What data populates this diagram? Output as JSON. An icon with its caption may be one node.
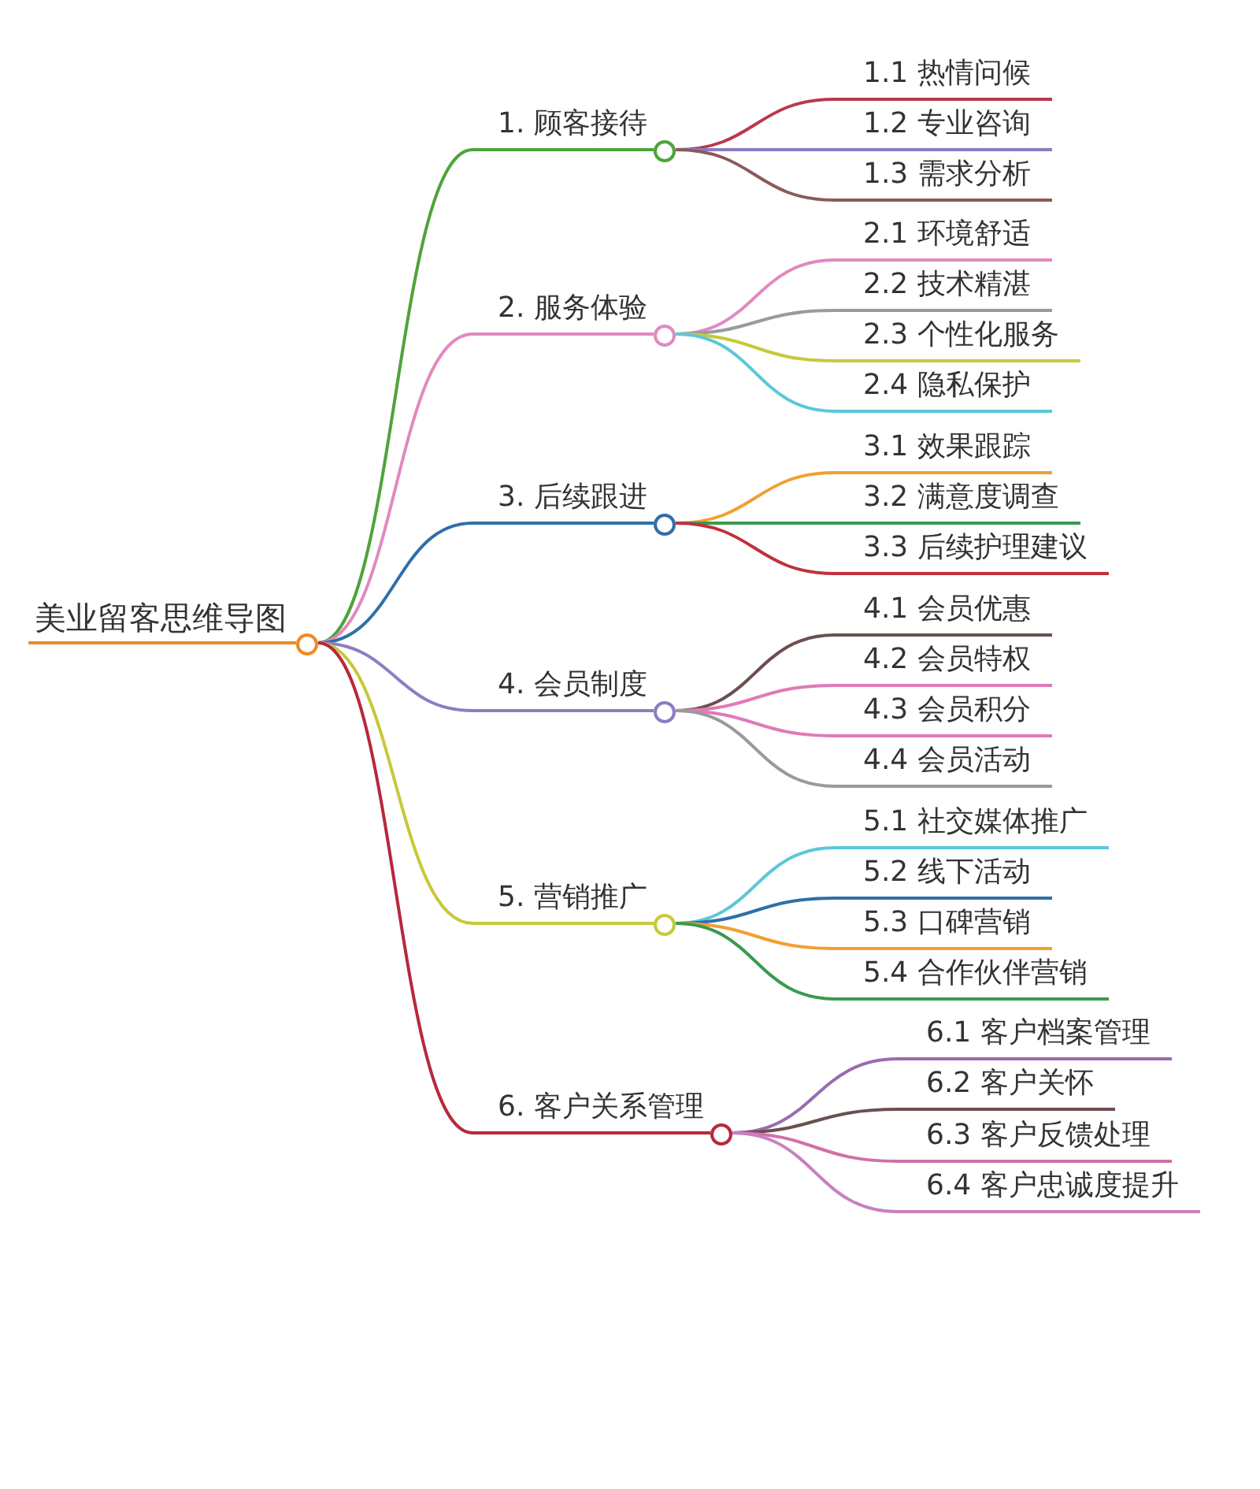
{
  "diagram": {
    "nodes": [
      {
        "text": [
          "美业留客思维导图"
        ]
      },
      {
        "text": [
          "1. 顾客接待"
        ]
      },
      {
        "text": [
          "1.1 热情问候"
        ]
      },
      {
        "text": [
          "1.2 专业咨询"
        ]
      },
      {
        "text": [
          "1.3 需求分析"
        ]
      },
      {
        "text": [
          "2. 服务体验"
        ]
      },
      {
        "text": [
          "2.1 环境舒适"
        ]
      },
      {
        "text": [
          "2.2 技术精湛"
        ]
      },
      {
        "text": [
          "2.3 个性化服务"
        ]
      },
      {
        "text": [
          "2.4 隐私保护"
        ]
      },
      {
        "text": [
          "3. 后续跟进"
        ]
      },
      {
        "text": [
          "3.1 效果跟踪"
        ]
      },
      {
        "text": [
          "3.2 满意度调查"
        ]
      },
      {
        "text": [
          "3.3 后续护理建议"
        ]
      },
      {
        "text": [
          "4. 会员制度"
        ]
      },
      {
        "text": [
          "4.1 会员优惠"
        ]
      },
      {
        "text": [
          "4.2 会员特权"
        ]
      },
      {
        "text": [
          "4.3 会员积分"
        ]
      },
      {
        "text": [
          "4.4 会员活动"
        ]
      },
      {
        "text": [
          "5. 营销推广"
        ]
      },
      {
        "text": [
          "5.1 社交媒体推广"
        ]
      },
      {
        "text": [
          "5.2 线下活动"
        ]
      },
      {
        "text": [
          "5.3 口碑营销"
        ]
      },
      {
        "text": [
          "5.4 合作伙伴营销"
        ]
      },
      {
        "text": [
          "6. 客户关系管理"
        ]
      },
      {
        "text": [
          "6.1 客户档案管理"
        ]
      },
      {
        "text": [
          "6.2 客户关怀"
        ]
      },
      {
        "text": [
          "6.3 客户反馈处理"
        ]
      },
      {
        "text": [
          "6.4 客户忠诚度提升"
        ]
      }
    ],
    "edges": [
      {
        "from": 0,
        "to": 1,
        "arrow": "none",
        "color": "#4fa33a"
      },
      {
        "from": 1,
        "to": 2,
        "arrow": "none",
        "color": "#b8394a"
      },
      {
        "from": 1,
        "to": 3,
        "arrow": "none",
        "color": "#8c7cc0"
      },
      {
        "from": 1,
        "to": 4,
        "arrow": "none",
        "color": "#8a5a5a"
      },
      {
        "from": 0,
        "to": 5,
        "arrow": "none",
        "color": "#e08ac0"
      },
      {
        "from": 5,
        "to": 6,
        "arrow": "none",
        "color": "#e08ac0"
      },
      {
        "from": 5,
        "to": 7,
        "arrow": "none",
        "color": "#9a9a9a"
      },
      {
        "from": 5,
        "to": 8,
        "arrow": "none",
        "color": "#c8c83a"
      },
      {
        "from": 5,
        "to": 9,
        "arrow": "none",
        "color": "#5bc8d8"
      },
      {
        "from": 0,
        "to": 10,
        "arrow": "none",
        "color": "#2f6fa8"
      },
      {
        "from": 10,
        "to": 11,
        "arrow": "none",
        "color": "#f0a030"
      },
      {
        "from": 10,
        "to": 12,
        "arrow": "none",
        "color": "#3a9a50"
      },
      {
        "from": 10,
        "to": 13,
        "arrow": "none",
        "color": "#c0303c"
      },
      {
        "from": 0,
        "to": 14,
        "arrow": "none",
        "color": "#8e7cc3"
      },
      {
        "from": 14,
        "to": 15,
        "arrow": "none",
        "color": "#6b4f4f"
      },
      {
        "from": 14,
        "to": 16,
        "arrow": "none",
        "color": "#e07ab8"
      },
      {
        "from": 14,
        "to": 17,
        "arrow": "none",
        "color": "#e07ab8"
      },
      {
        "from": 14,
        "to": 18,
        "arrow": "none",
        "color": "#9a9a9a"
      },
      {
        "from": 0,
        "to": 19,
        "arrow": "none",
        "color": "#c8c83a"
      },
      {
        "from": 19,
        "to": 20,
        "arrow": "none",
        "color": "#5bc8d8"
      },
      {
        "from": 19,
        "to": 21,
        "arrow": "none",
        "color": "#2f6fa8"
      },
      {
        "from": 19,
        "to": 22,
        "arrow": "none",
        "color": "#f0a030"
      },
      {
        "from": 19,
        "to": 23,
        "arrow": "none",
        "color": "#3a9a50"
      },
      {
        "from": 0,
        "to": 24,
        "arrow": "none",
        "color": "#b8283c"
      },
      {
        "from": 24,
        "to": 25,
        "arrow": "none",
        "color": "#9a6ab0"
      },
      {
        "from": 24,
        "to": 26,
        "arrow": "none",
        "color": "#6b4f4f"
      },
      {
        "from": 24,
        "to": 27,
        "arrow": "none",
        "color": "#d070a8"
      },
      {
        "from": 24,
        "to": 28,
        "arrow": "none",
        "color": "#c880c0"
      }
    ]
  }
}
